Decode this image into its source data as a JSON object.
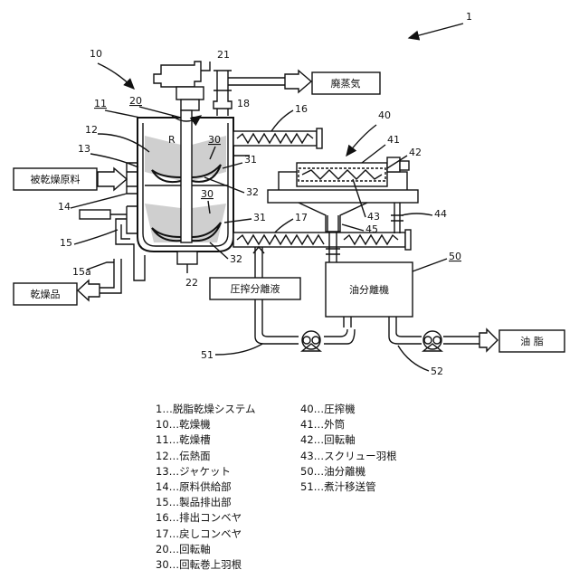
{
  "ref_numbers": {
    "system": "1",
    "dryer": "10",
    "drying_tank": "11",
    "heat_surface": "12",
    "jacket": "13",
    "feed_part": "14",
    "discharge_part": "15",
    "discharge_sub": "15a",
    "discharge_conveyor": "16",
    "return_conveyor": "17",
    "exhaust_pipe": "18",
    "rotary_shaft": "20",
    "top_motor": "21",
    "bottom_motor": "22",
    "blade_upper": "30",
    "blade_lower": "30",
    "blade_31_upper": "31",
    "blade_31_lower": "31",
    "blade_32_upper": "32",
    "blade_32_lower": "32",
    "press": "40",
    "outer_cylinder": "41",
    "press_shaft": "42",
    "screw_blade": "43",
    "press_outlet": "44",
    "press_port": "45",
    "oil_separator": "50",
    "pipe_51": "51",
    "pipe_52": "52",
    "rotation_mark": "R"
  },
  "boxes": {
    "exhaust_steam": "廃蒸気",
    "raw_material": "被乾燥原料",
    "dried_product": "乾燥品",
    "pressed_liquid": "圧搾分離液",
    "oil_separator_label": "油分離機",
    "oil_fat": "油 脂"
  },
  "legend_left": [
    "1…脱脂乾燥システム",
    "10…乾燥機",
    "11…乾燥槽",
    "12…伝熱面",
    "13…ジャケット",
    "14…原料供給部",
    "15…製品排出部",
    "16…排出コンベヤ",
    "17…戻しコンベヤ",
    "20…回転軸",
    "30…回転巻上羽根"
  ],
  "legend_right": [
    "40…圧搾機",
    "41…外筒",
    "42…回転軸",
    "43…スクリュー羽根",
    "50…油分離機",
    "51…煮汁移送管"
  ]
}
